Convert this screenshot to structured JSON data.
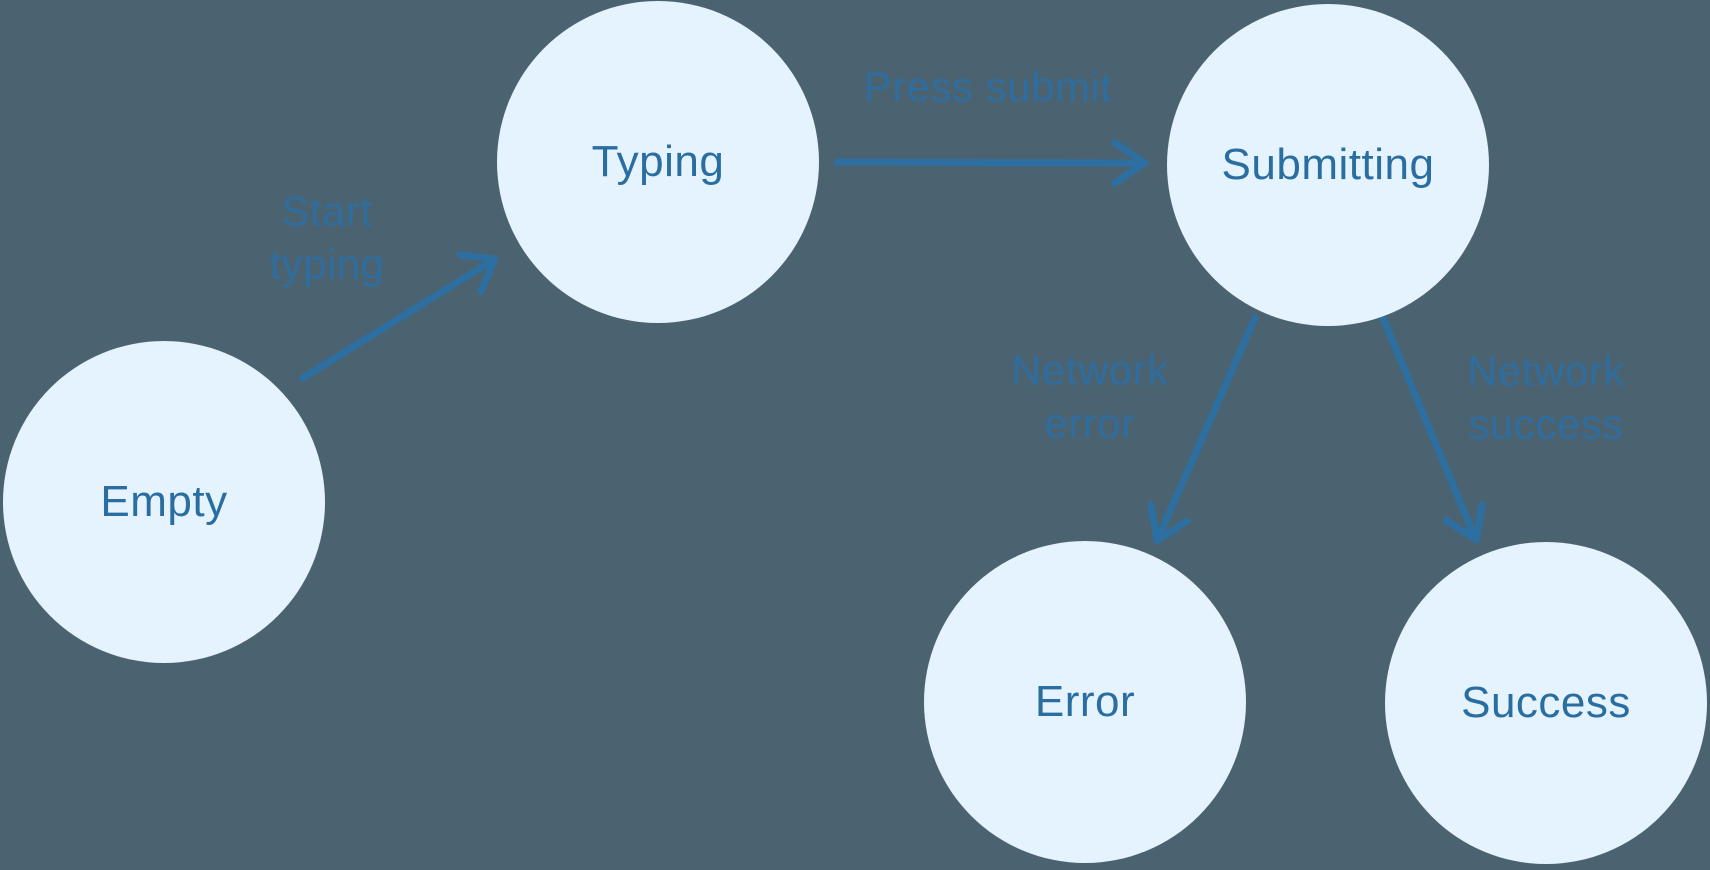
{
  "diagram": {
    "type": "state-machine",
    "colors": {
      "background": "#4b6370",
      "node_fill": "#e4f3fd",
      "node_text": "#2a6da0",
      "arrow": "#2d6fa1",
      "edge_label_text": "#2f6d9e"
    },
    "nodes": [
      {
        "id": "empty",
        "label": "Empty"
      },
      {
        "id": "typing",
        "label": "Typing"
      },
      {
        "id": "submitting",
        "label": "Submitting"
      },
      {
        "id": "error",
        "label": "Error"
      },
      {
        "id": "success",
        "label": "Success"
      }
    ],
    "edges": [
      {
        "from": "empty",
        "to": "typing",
        "label": "Start typing"
      },
      {
        "from": "typing",
        "to": "submitting",
        "label": "Press submit"
      },
      {
        "from": "submitting",
        "to": "error",
        "label": "Network error"
      },
      {
        "from": "submitting",
        "to": "success",
        "label": "Network success"
      }
    ]
  }
}
